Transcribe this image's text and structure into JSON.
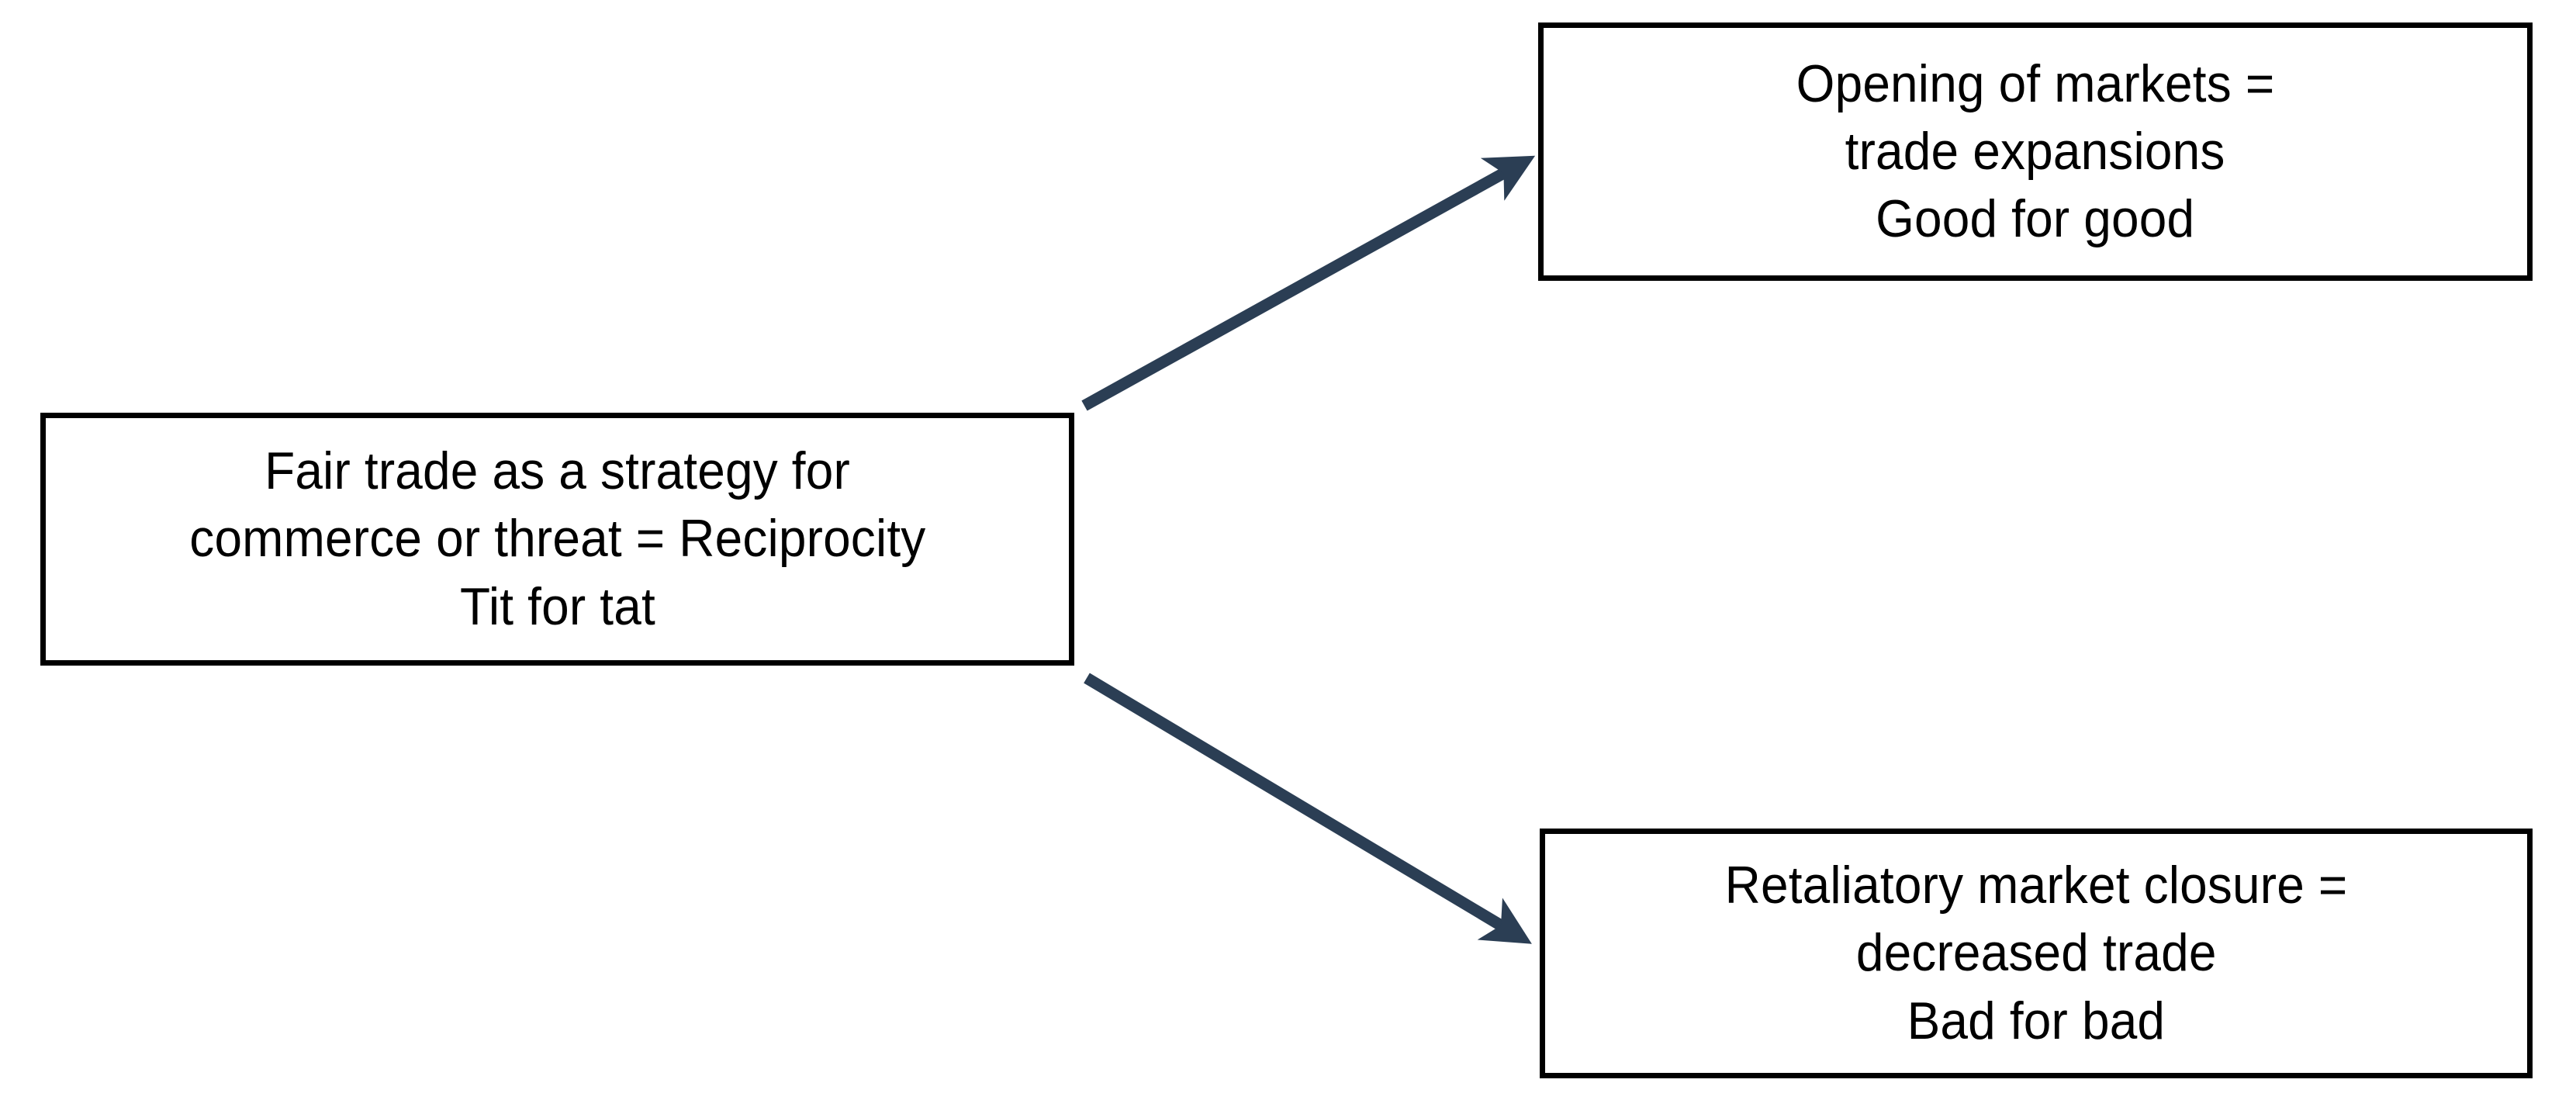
{
  "diagram": {
    "type": "flow-diagram",
    "background_color": "#ffffff",
    "box_border_color": "#000000",
    "text_color": "#000000",
    "arrow_color": "#2b3e54",
    "nodes": [
      {
        "id": "source",
        "role": "cause",
        "lines": [
          "Fair trade as a strategy for",
          "commerce or threat = Reciprocity",
          "Tit for tat"
        ]
      },
      {
        "id": "positive",
        "role": "outcome-positive",
        "lines": [
          "Opening of markets =",
          "trade expansions",
          "Good for good"
        ]
      },
      {
        "id": "negative",
        "role": "outcome-negative",
        "lines": [
          "Retaliatory market closure =",
          "decreased trade",
          "Bad for bad"
        ]
      }
    ],
    "connectors": [
      {
        "id": "arrow-to-positive",
        "from": "source",
        "to": "positive",
        "direction": "up-right",
        "label": ""
      },
      {
        "id": "arrow-to-negative",
        "from": "source",
        "to": "negative",
        "direction": "down-right",
        "label": ""
      }
    ]
  }
}
